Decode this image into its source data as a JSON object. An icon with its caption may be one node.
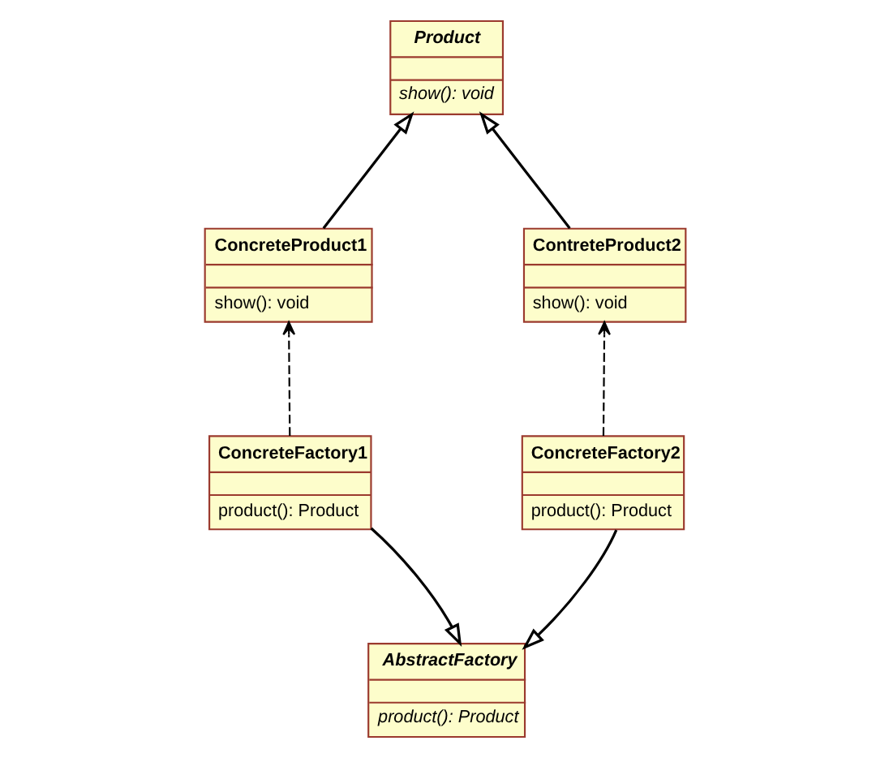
{
  "diagram": {
    "nodes": [
      {
        "text": [
          "Product",
          "show(): void"
        ]
      },
      {
        "text": [
          "ConcreteProduct1",
          "show(): void"
        ]
      },
      {
        "text": [
          "ContreteProduct2",
          "show(): void"
        ]
      },
      {
        "text": [
          "ConcreteFactory1",
          "product(): Product"
        ]
      },
      {
        "text": [
          "ConcreteFactory2",
          "product(): Product"
        ]
      },
      {
        "text": [
          "AbstractFactory",
          "product(): Product"
        ]
      }
    ],
    "edges": [
      {
        "from": 1,
        "to": 0,
        "arrow": "to"
      },
      {
        "from": 2,
        "to": 0,
        "arrow": "to"
      },
      {
        "from": 3,
        "to": 1,
        "arrow": "to",
        "style": "dashed"
      },
      {
        "from": 4,
        "to": 2,
        "arrow": "to",
        "style": "dashed"
      },
      {
        "from": 3,
        "to": 5,
        "arrow": "to"
      },
      {
        "from": 4,
        "to": 5,
        "arrow": "to"
      }
    ]
  }
}
